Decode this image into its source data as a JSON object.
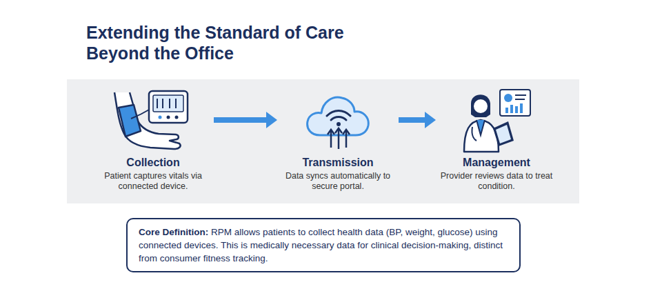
{
  "diagram": {
    "title": "Extending the Standard of Care Beyond the Office",
    "nodes": [
      {
        "text": [
          "Collection",
          "Patient captures vitals via connected device."
        ]
      },
      {
        "text": [
          "Transmission",
          "Data syncs automatically to secure portal."
        ]
      },
      {
        "text": [
          "Management",
          "Provider reviews data to treat condition."
        ]
      },
      {
        "text": [
          "Core Definition:",
          "RPM allows patients to collect health data (BP, weight, glucose) using connected devices. This is medically necessary data for clinical decision-making, distinct from consumer fitness tracking."
        ]
      }
    ],
    "edges": [
      {
        "from": 0,
        "to": 1,
        "arrow": "to"
      },
      {
        "from": 1,
        "to": 2,
        "arrow": "to"
      }
    ]
  }
}
